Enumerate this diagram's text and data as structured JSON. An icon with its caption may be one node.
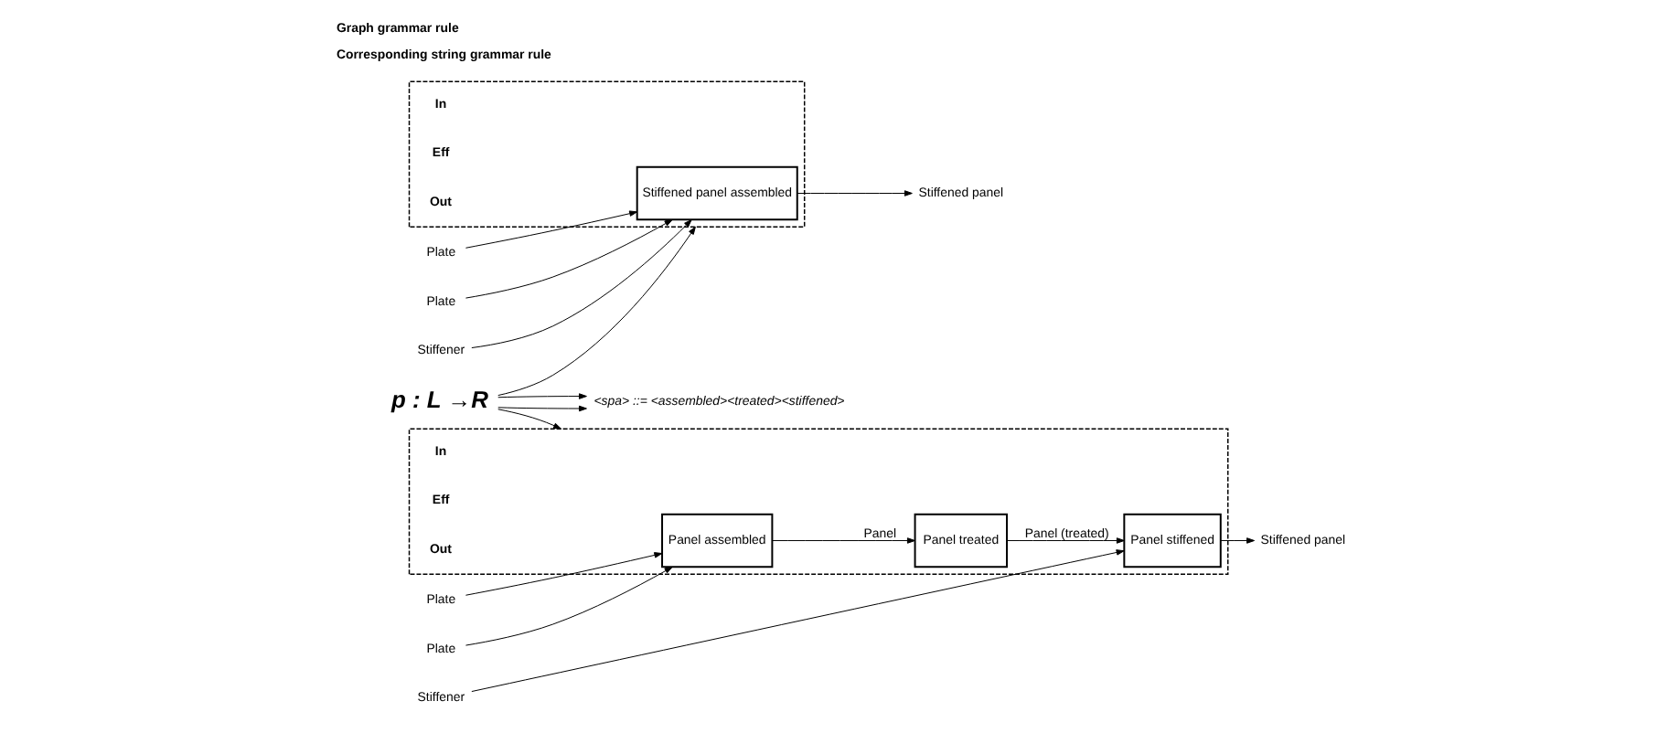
{
  "diagram": {
    "title": "Graph grammar rule",
    "nodes": [
      {
        "text": [
          "Plate"
        ]
      },
      {
        "text": [
          "Plate"
        ]
      },
      {
        "text": [
          "Stiffener"
        ]
      },
      {
        "text": [],
        "shape": "box",
        "beside": [
          "In",
          "Eff",
          "Out"
        ]
      },
      {
        "text": [
          "Stiffened panel assembled"
        ],
        "in": 3
      },
      {
        "text": [
          "Stiffened panel"
        ]
      },
      {
        "text": [
          "<spa> ::= <assembled><treated><stiffened>"
        ]
      },
      {
        "text": [
          "p : L →R"
        ]
      },
      {
        "text": [
          "Plate"
        ]
      },
      {
        "text": [
          "Plate"
        ]
      },
      {
        "text": [
          "Stiffener"
        ]
      },
      {
        "text": [],
        "shape": "box",
        "beside": [
          "In",
          "Eff",
          "Out"
        ]
      },
      {
        "text": [
          "Panel assembled"
        ],
        "in": 11
      },
      {
        "text": [
          "Panel treated"
        ],
        "in": 11
      },
      {
        "text": [
          "Panel stiffened"
        ],
        "in": 11
      },
      {
        "text": [
          "Stiffened panel"
        ]
      }
    ],
    "edges": [
      {
        "from": 0,
        "to": 4,
        "arrow": "to"
      },
      {
        "from": 1,
        "to": 4,
        "arrow": "to"
      },
      {
        "from": 2,
        "to": 4,
        "arrow": "to"
      },
      {
        "from": 4,
        "to": 5,
        "arrow": "to"
      },
      {
        "from": 7,
        "to": 6,
        "arrow": "to"
      },
      {
        "from": 7,
        "to": 3,
        "arrow": "to"
      },
      {
        "from": 7,
        "to": 6,
        "arrow": "to"
      },
      {
        "from": 7,
        "to": 11,
        "arrow": "to"
      },
      {
        "from": 8,
        "to": 12,
        "arrow": "to"
      },
      {
        "from": 9,
        "to": 12,
        "arrow": "to"
      },
      {
        "from": 12,
        "to": 13,
        "arrow": "to",
        "label": "Panel"
      },
      {
        "from": 13,
        "to": 14,
        "arrow": "to",
        "label": "Panel (treated)"
      },
      {
        "from": 10,
        "to": 14,
        "arrow": "to"
      },
      {
        "from": 14,
        "to": 15,
        "arrow": "to"
      }
    ],
    "labels": [
      "Corresponding string grammar rule"
    ]
  }
}
